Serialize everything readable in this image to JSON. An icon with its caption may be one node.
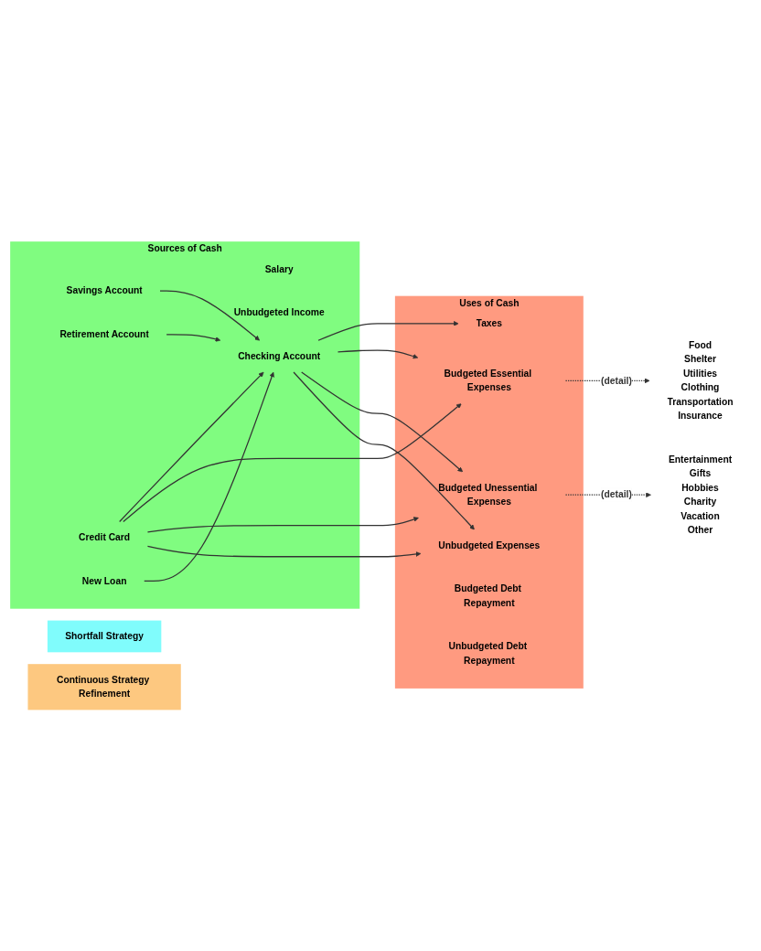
{
  "diagram": {
    "nodes": [
      {
        "text": [
          "Sources of Cash"
        ]
      },
      {
        "text": [
          "Salary"
        ],
        "in": 0
      },
      {
        "text": [
          "Unbudgeted Income"
        ],
        "in": 0
      },
      {
        "text": [
          "Checking Account"
        ],
        "in": 0
      },
      {
        "text": [
          "Savings Account"
        ],
        "in": 0
      },
      {
        "text": [
          "Retirement Account"
        ],
        "in": 0
      },
      {
        "text": [
          "Credit Card"
        ],
        "in": 0
      },
      {
        "text": [
          "New Loan"
        ],
        "in": 0
      },
      {
        "text": [
          "Shortfall Strategy"
        ]
      },
      {
        "text": [
          "Uses of Cash"
        ]
      },
      {
        "text": [
          "Taxes"
        ],
        "in": 9
      },
      {
        "text": [
          "Budgeted Essential Expenses"
        ],
        "in": 9
      },
      {
        "text": [
          "Budgeted Unessential Expenses"
        ],
        "in": 9
      },
      {
        "text": [
          "Unbudgeted Expenses"
        ],
        "in": 9
      },
      {
        "text": [
          "Budgeted Debt Repayment"
        ],
        "in": 9
      },
      {
        "text": [
          "Unbudgeted Debt Repayment"
        ],
        "in": 9
      },
      {
        "text": [
          "Food",
          "Shelter",
          "Utilities",
          "Clothing",
          "Transportation",
          "Insurance"
        ]
      },
      {
        "text": [
          "Entertainment",
          "Gifts",
          "Hobbies",
          "Charity",
          "Vacation",
          "Other"
        ]
      },
      {
        "text": [
          "Continuous Strategy Refinement"
        ]
      }
    ],
    "edges": [
      {
        "from": 3,
        "to": 10,
        "arrow": "to"
      },
      {
        "from": 3,
        "to": 11,
        "arrow": "to"
      },
      {
        "from": 3,
        "to": 12,
        "arrow": "to"
      },
      {
        "from": 3,
        "to": 13,
        "arrow": "to"
      },
      {
        "from": 4,
        "to": 3,
        "arrow": "to"
      },
      {
        "from": 5,
        "to": 3,
        "arrow": "to"
      },
      {
        "from": 6,
        "to": 3,
        "arrow": "to"
      },
      {
        "from": 7,
        "to": 3,
        "arrow": "to"
      },
      {
        "from": 6,
        "to": 11,
        "arrow": "to"
      },
      {
        "from": 6,
        "to": 12,
        "arrow": "to"
      },
      {
        "from": 6,
        "to": 13,
        "arrow": "to"
      },
      {
        "from": 11,
        "to": 16,
        "arrow": "to",
        "label": "(detail)",
        "style": "dashed"
      },
      {
        "from": 12,
        "to": 17,
        "arrow": "to",
        "label": "(detail)",
        "style": "dashed"
      }
    ]
  }
}
